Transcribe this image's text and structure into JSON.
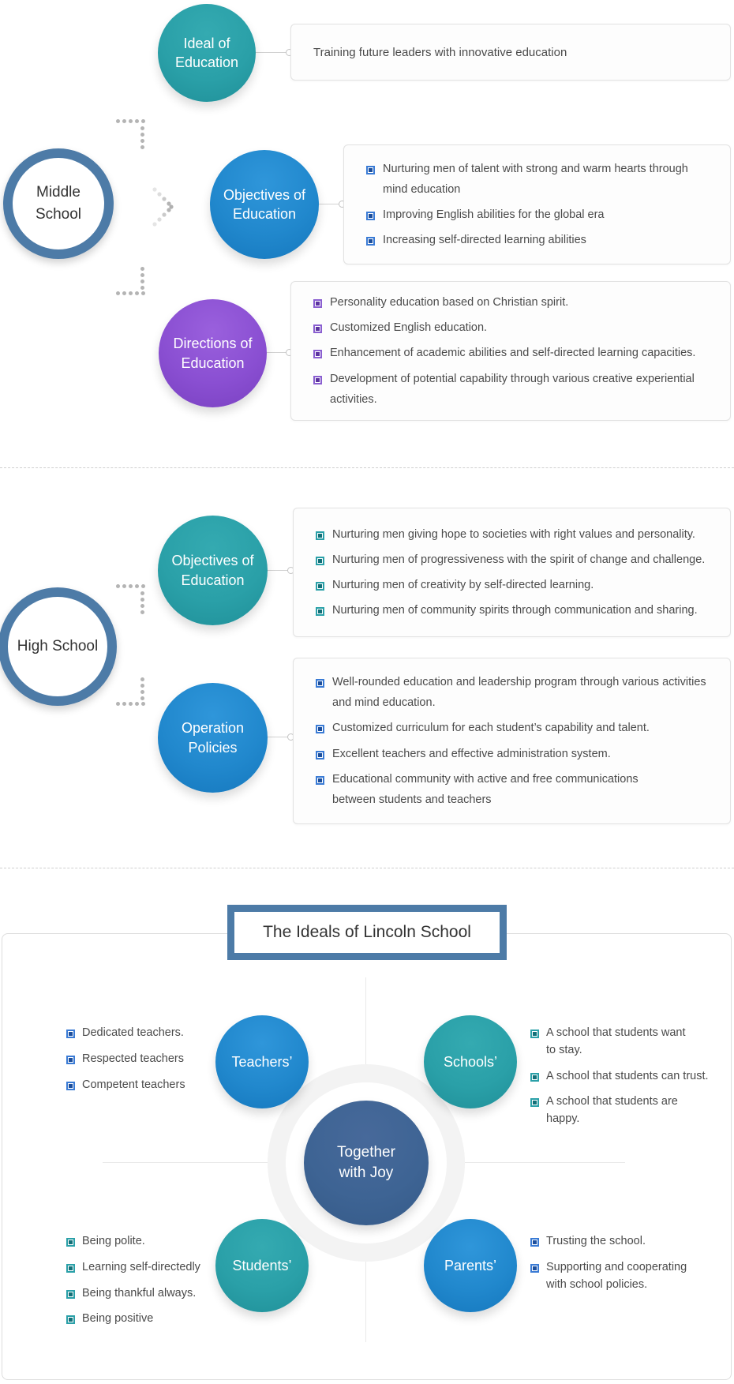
{
  "middle_school": {
    "label_line1": "Middle",
    "label_line2": "School",
    "rows": [
      {
        "title_line1": "Ideal of",
        "title_line2": "Education",
        "text": "Training future leaders with innovative education"
      },
      {
        "title_line1": "Objectives of",
        "title_line2": "Education",
        "bullets": [
          "Nurturing men of talent with strong and warm hearts through mind education",
          "Improving English abilities for the global era",
          "Increasing self-directed learning abilities"
        ]
      },
      {
        "title_line1": "Directions of",
        "title_line2": "Education",
        "bullets": [
          "Personality education based on Christian spirit.",
          "Customized English education.",
          "Enhancement of academic abilities and self-directed learning capacities.",
          "Development of potential capability through various creative experiential activities."
        ]
      }
    ]
  },
  "high_school": {
    "label": "High School",
    "rows": [
      {
        "title_line1": "Objectives of",
        "title_line2": "Education",
        "bullets": [
          "Nurturing men giving hope to societies with right values and personality.",
          "Nurturing men of progressiveness with the spirit of change and challenge.",
          "Nurturing men of creativity by self-directed learning.",
          "Nurturing men of community spirits through communication and sharing."
        ]
      },
      {
        "title_line1": "Operation",
        "title_line2": "Policies",
        "bullets": [
          "Well-rounded education and leadership program through various activities and mind education.",
          "Customized curriculum for each student’s capability and talent.",
          "Excellent teachers and effective administration system.",
          "Educational community with active and free communications between students and teachers"
        ]
      }
    ]
  },
  "ideals": {
    "title": "The Ideals of Lincoln School",
    "center_line1": "Together",
    "center_line2": "with Joy",
    "groups": [
      {
        "label": "Teachers’",
        "bullets": [
          "Dedicated teachers.",
          "Respected teachers",
          "Competent teachers"
        ]
      },
      {
        "label": "Schools’",
        "bullets": [
          "A school that students want to stay.",
          "A school that students can trust.",
          "A school that students are happy."
        ]
      },
      {
        "label": "Students’",
        "bullets": [
          "Being polite.",
          "Learning self-directedly",
          "Being thankful always.",
          "Being positive"
        ]
      },
      {
        "label": "Parents’",
        "bullets": [
          "Trusting the school.",
          "Supporting and cooperating with school policies."
        ]
      }
    ]
  },
  "colors": {
    "steel_blue": "#4d7ba7",
    "teal": "#2aa0a8",
    "blue": "#2188cd",
    "purple": "#8a4fd2",
    "navy_center": "#3e6494",
    "box_border": "#e2e2e2",
    "dot_gray": "#b4b4b4"
  }
}
